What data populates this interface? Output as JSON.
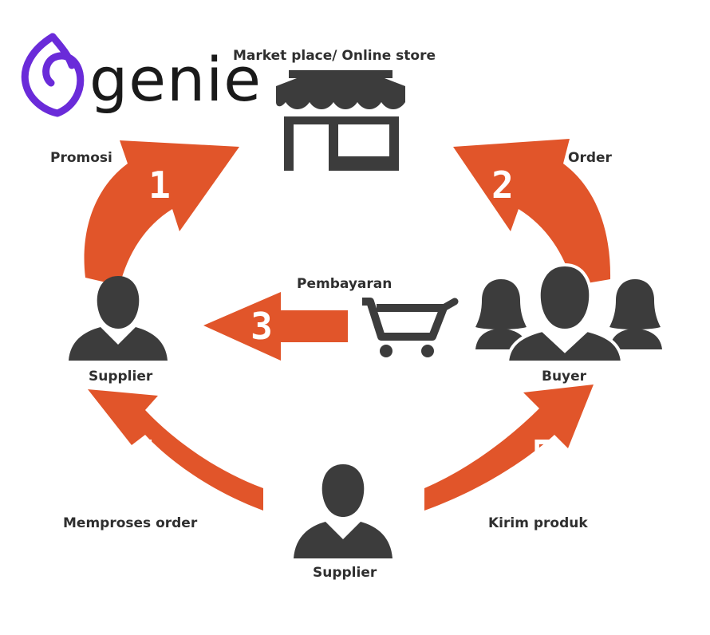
{
  "brand": {
    "name": "genie",
    "logo_icon": "genie-leaf-logo",
    "logo_color": "#6a2bd9"
  },
  "colors": {
    "arrow": "#e1552a",
    "icon": "#3c3c3c",
    "text": "#2f2f2f"
  },
  "nodes": {
    "store_label": "Market place/ Online store",
    "supplier_left_label": "Supplier",
    "buyer_label": "Buyer",
    "supplier_bottom_label": "Supplier"
  },
  "steps": [
    {
      "number": "1",
      "label": "Promosi"
    },
    {
      "number": "2",
      "label": "Order"
    },
    {
      "number": "3",
      "label": "Pembayaran"
    },
    {
      "number": "4",
      "label": "Memproses order"
    },
    {
      "number": "5",
      "label": "Kirim produk"
    }
  ],
  "icons": {
    "store": "storefront-icon",
    "cart": "shopping-cart-icon",
    "supplier": "person-icon",
    "buyers": "group-icon"
  }
}
